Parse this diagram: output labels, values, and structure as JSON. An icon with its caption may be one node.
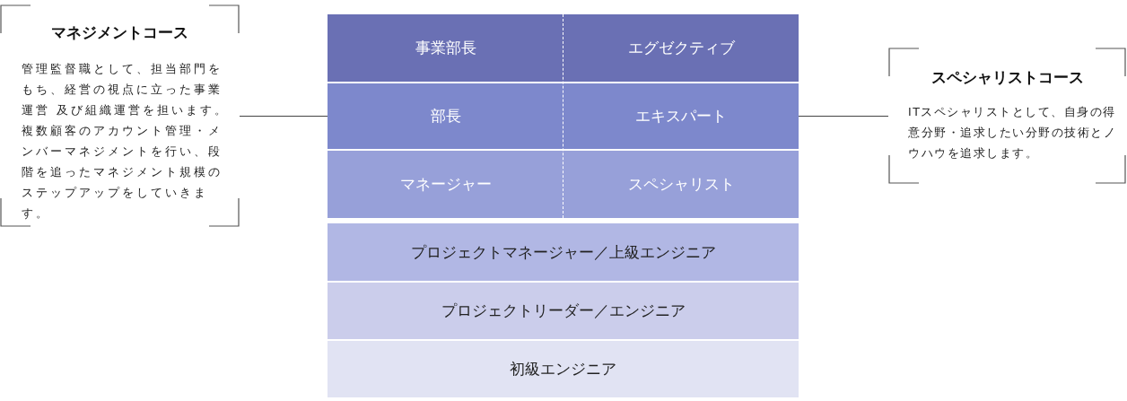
{
  "diagram": {
    "nodes": [
      {
        "text": [
          "マネジメントコース",
          "管理監督職として、担当部門をもち、経営の視点に立った事業運営 及び組織運営を担います。複数顧客のアカウント管理・メンバーマネジメントを行い、段階を追ったマネジメント規模のステップアップをしていきます。"
        ]
      },
      {
        "text": [
          "事業部長"
        ]
      },
      {
        "text": [
          "エグゼクティブ"
        ]
      },
      {
        "text": [
          "部長"
        ]
      },
      {
        "text": [
          "エキスパート"
        ]
      },
      {
        "text": [
          "マネージャー"
        ]
      },
      {
        "text": [
          "スペシャリスト"
        ]
      },
      {
        "text": [
          "プロジェクトマネージャー／上級エンジニア"
        ]
      },
      {
        "text": [
          "プロジェクトリーダー／エンジニア"
        ]
      },
      {
        "text": [
          "初級エンジニア"
        ]
      },
      {
        "text": [
          "スペシャリストコース",
          "ITスペシャリストとして、自身の得意分野・追求したい分野の技術とノウハウを追求します。"
        ]
      }
    ],
    "edges": [
      {
        "from": 0,
        "to": 3,
        "arrow": "none"
      },
      {
        "from": 10,
        "to": 4,
        "arrow": "none"
      }
    ]
  }
}
